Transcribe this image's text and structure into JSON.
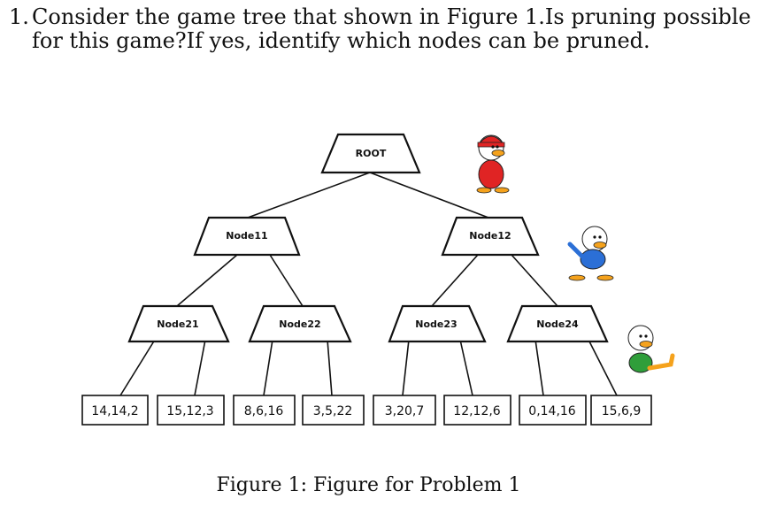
{
  "question": {
    "number": "1.",
    "text": "Consider the game tree that shown in Figure 1.Is pruning possible for this game?If yes, identify which nodes can be pruned."
  },
  "tree": {
    "root": "ROOT",
    "level1": [
      "Node11",
      "Node12"
    ],
    "level2": [
      "Node21",
      "Node22",
      "Node23",
      "Node24"
    ],
    "leaves": [
      "14,14,2",
      "15,12,3",
      "8,6,16",
      "3,5,22",
      "3,20,7",
      "12,12,6",
      "0,14,16",
      "15,6,9"
    ]
  },
  "players": [
    {
      "icon": "duck-red-icon",
      "color": "#e02424"
    },
    {
      "icon": "duck-blue-icon",
      "color": "#2b6fd6"
    },
    {
      "icon": "duck-green-icon",
      "color": "#2f9e3a"
    }
  ],
  "caption": "Figure 1: Figure for Problem 1"
}
